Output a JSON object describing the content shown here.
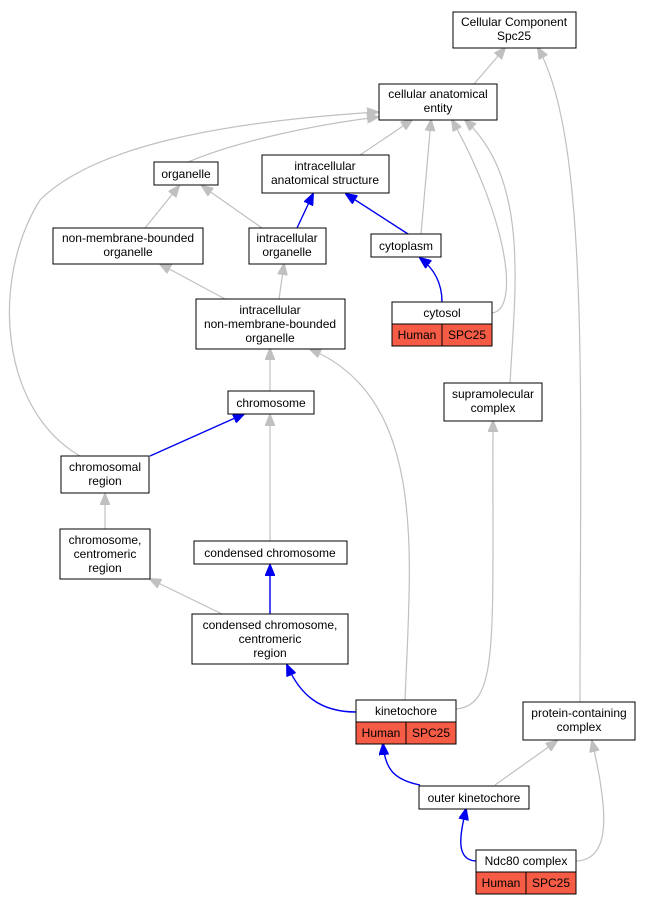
{
  "colors": {
    "is_a_edge": "#c0c0c0",
    "part_of_edge": "#0000ee",
    "annotation_fill": "#f65c45"
  },
  "nodes": {
    "cellular_component_spc25": [
      "Cellular Component",
      "Spc25"
    ],
    "cellular_anatomical_entity": [
      "cellular anatomical",
      "entity"
    ],
    "organelle": [
      "organelle"
    ],
    "intracellular_anatomical_structure": [
      "intracellular",
      "anatomical structure"
    ],
    "non_membrane_bounded_organelle": [
      "non-membrane-bounded",
      "organelle"
    ],
    "intracellular_organelle": [
      "intracellular",
      "organelle"
    ],
    "cytoplasm": [
      "cytoplasm"
    ],
    "cytosol": [
      "cytosol"
    ],
    "intracellular_non_membrane_bounded_organelle": [
      "intracellular",
      "non-membrane-bounded",
      "organelle"
    ],
    "supramolecular_complex": [
      "supramolecular",
      "complex"
    ],
    "chromosome": [
      "chromosome"
    ],
    "chromosomal_region": [
      "chromosomal",
      "region"
    ],
    "chromosome_centromeric_region": [
      "chromosome,",
      "centromeric",
      "region"
    ],
    "condensed_chromosome": [
      "condensed chromosome"
    ],
    "condensed_chromosome_centromeric_region": [
      "condensed chromosome,",
      "centromeric",
      "region"
    ],
    "kinetochore": [
      "kinetochore"
    ],
    "protein_containing_complex": [
      "protein-containing",
      "complex"
    ],
    "outer_kinetochore": [
      "outer kinetochore"
    ],
    "ndc80_complex": [
      "Ndc80 complex"
    ]
  },
  "annotations": {
    "cytosol": [
      "Human",
      "SPC25"
    ],
    "kinetochore": [
      "Human",
      "SPC25"
    ],
    "ndc80_complex": [
      "Human",
      "SPC25"
    ]
  }
}
